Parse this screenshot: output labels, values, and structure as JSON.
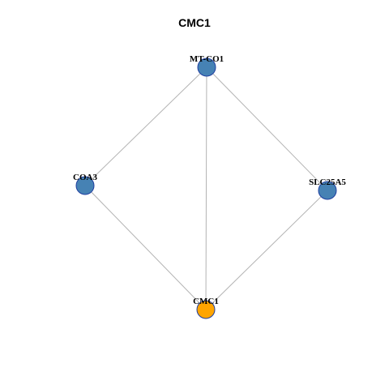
{
  "title": "CMC1",
  "colors": {
    "node_default": "#4682b4",
    "node_highlight": "#ffa500",
    "node_border": "#1f3fa0",
    "edge": "#b3b3b3"
  },
  "nodes": [
    {
      "id": "MT-CO1",
      "label": "MT-CO1",
      "highlight": false
    },
    {
      "id": "COA3",
      "label": "COA3",
      "highlight": false
    },
    {
      "id": "SLC25A5",
      "label": "SLC25A5",
      "highlight": false
    },
    {
      "id": "CMC1",
      "label": "CMC1",
      "highlight": true
    }
  ],
  "edges": [
    {
      "source": "MT-CO1",
      "target": "COA3"
    },
    {
      "source": "MT-CO1",
      "target": "SLC25A5"
    },
    {
      "source": "MT-CO1",
      "target": "CMC1"
    },
    {
      "source": "COA3",
      "target": "CMC1"
    },
    {
      "source": "SLC25A5",
      "target": "CMC1"
    }
  ]
}
